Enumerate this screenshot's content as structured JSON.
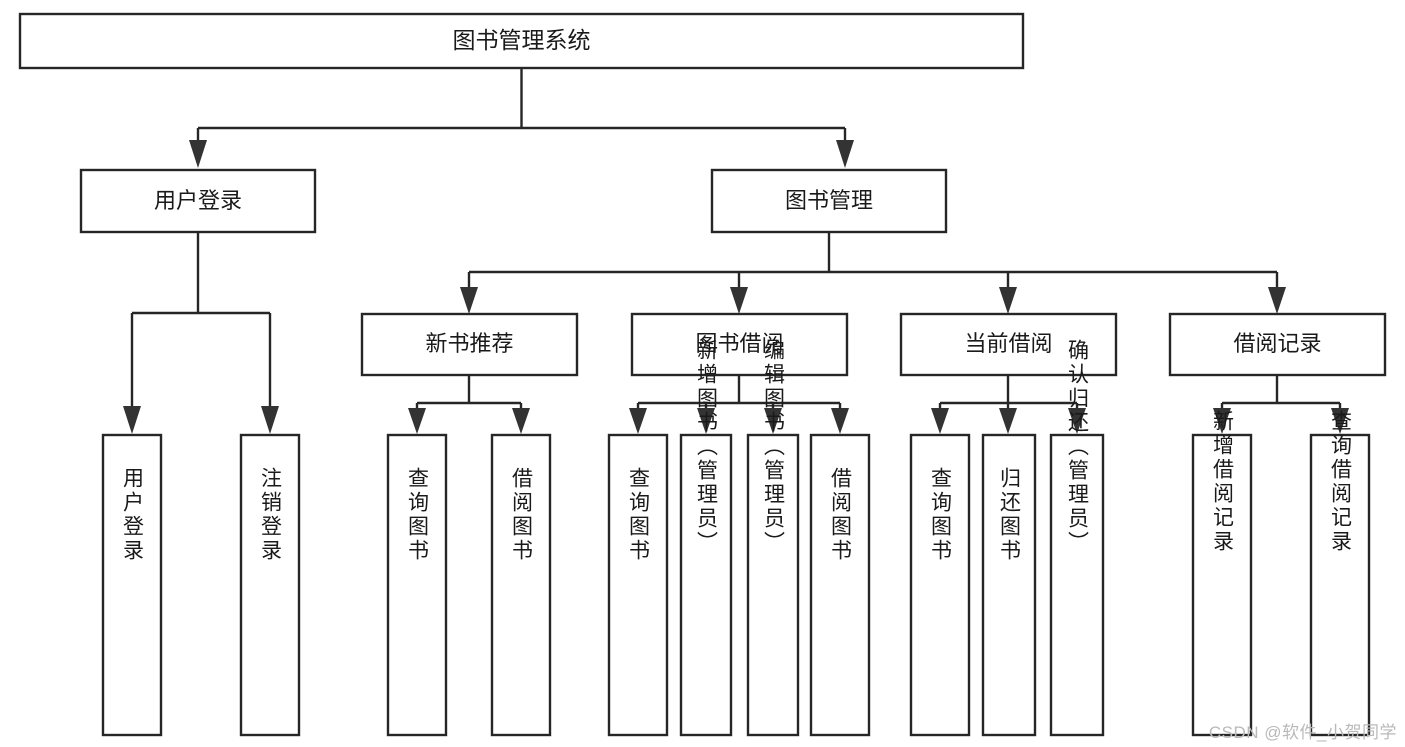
{
  "diagram": {
    "type": "tree-hierarchy",
    "title": "图书管理系统",
    "root": {
      "id": "root",
      "label": "图书管理系统"
    },
    "level2": [
      {
        "id": "user-login",
        "label": "用户登录"
      },
      {
        "id": "book-management",
        "label": "图书管理"
      }
    ],
    "level3": [
      {
        "id": "new-book-recommend",
        "label": "新书推荐",
        "parent": "book-management"
      },
      {
        "id": "book-borrow",
        "label": "图书借阅",
        "parent": "book-management"
      },
      {
        "id": "current-borrow",
        "label": "当前借阅",
        "parent": "book-management"
      },
      {
        "id": "borrow-record",
        "label": "借阅记录",
        "parent": "book-management"
      }
    ],
    "leaves": [
      {
        "id": "leaf-user-login",
        "label": "用户登录",
        "parent": "user-login"
      },
      {
        "id": "leaf-logout-login",
        "label": "注销登录",
        "parent": "user-login"
      },
      {
        "id": "leaf-query-book-1",
        "label": "查询图书",
        "parent": "new-book-recommend"
      },
      {
        "id": "leaf-borrow-book-1",
        "label": "借阅图书",
        "parent": "new-book-recommend"
      },
      {
        "id": "leaf-query-book-2",
        "label": "查询图书",
        "parent": "book-borrow"
      },
      {
        "id": "leaf-add-book",
        "label": "新增图书（管理员）",
        "parent": "book-borrow"
      },
      {
        "id": "leaf-edit-book",
        "label": "编辑图书（管理员）",
        "parent": "book-borrow"
      },
      {
        "id": "leaf-borrow-book-2",
        "label": "借阅图书",
        "parent": "book-borrow"
      },
      {
        "id": "leaf-query-book-3",
        "label": "查询图书",
        "parent": "current-borrow"
      },
      {
        "id": "leaf-return-book",
        "label": "归还图书",
        "parent": "current-borrow"
      },
      {
        "id": "leaf-confirm-return",
        "label": "确认归还（管理员）",
        "parent": "current-borrow"
      },
      {
        "id": "leaf-add-record",
        "label": "新增借阅记录",
        "parent": "borrow-record"
      },
      {
        "id": "leaf-query-record",
        "label": "查询借阅记录",
        "parent": "borrow-record"
      }
    ],
    "colors": {
      "box_fill": "#ffffff",
      "box_stroke": "#262626",
      "text": "#1a1a1a",
      "connector": "#262626",
      "watermark": "#b9b9b9",
      "background": "#ffffff"
    }
  },
  "watermark": {
    "text": "CSDN @软件_小贺同学"
  }
}
